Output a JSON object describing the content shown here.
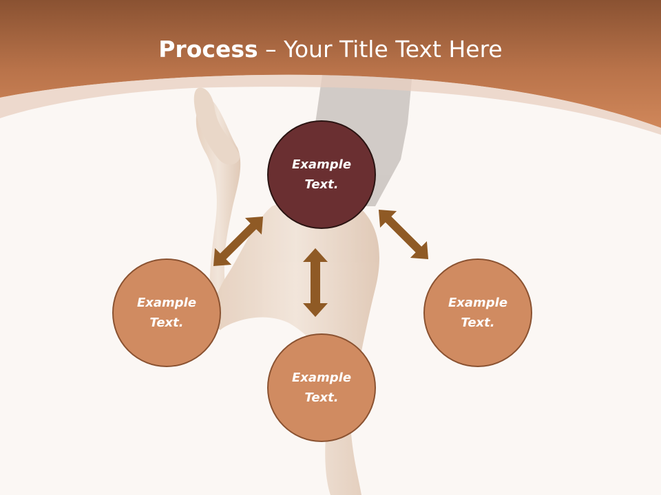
{
  "slide": {
    "title_strong": "Process",
    "title_rest": " – Your Title Text Here"
  },
  "diagram": {
    "center_label": "Example Text.",
    "left_label": "Example Text.",
    "bottom_label": "Example Text.",
    "right_label": "Example Text."
  },
  "colors": {
    "header": "#c17a4c",
    "center_fill": "#6a2f31",
    "node_fill": "#d08b61",
    "arrow": "#8f5a25",
    "background": "#fbf7f4"
  },
  "icons": {
    "arrows": "double-headed-arrow",
    "background_photo": "dancer-legs-silhouette"
  }
}
